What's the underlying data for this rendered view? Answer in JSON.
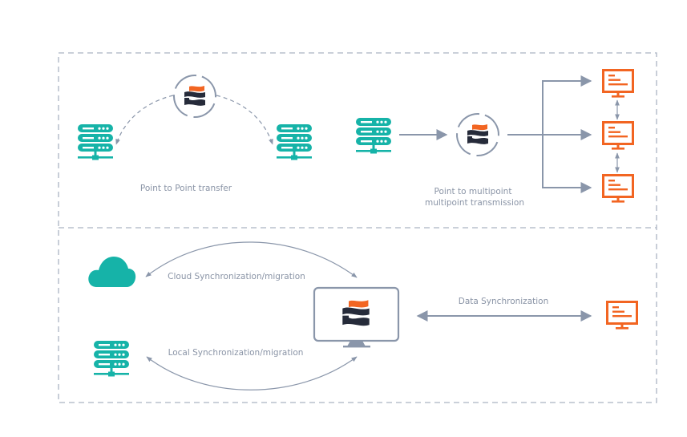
{
  "colors": {
    "teal": "#16b3a8",
    "orange": "#f26522",
    "navy": "#262b3a",
    "gray_line": "#8a96aa",
    "frame": "#aab3c2",
    "label": "#8a94a6"
  },
  "sections": {
    "point_to_point": {
      "label": "Point to Point transfer",
      "nodes": [
        {
          "type": "server-icon",
          "role": "source-server"
        },
        {
          "type": "sync-logo-icon",
          "role": "sync-hub"
        },
        {
          "type": "server-icon",
          "role": "target-server"
        }
      ]
    },
    "point_to_multipoint": {
      "label_line1": "Point to multipoint",
      "label_line2": "multipoint transmission",
      "nodes": [
        {
          "type": "server-icon",
          "role": "source-server"
        },
        {
          "type": "sync-logo-icon",
          "role": "sync-hub"
        },
        {
          "type": "monitor-icon",
          "role": "target-1"
        },
        {
          "type": "monitor-icon",
          "role": "target-2"
        },
        {
          "type": "monitor-icon",
          "role": "target-3"
        }
      ]
    },
    "synchronization": {
      "cloud_label": "Cloud Synchronization/migration",
      "local_label": "Local Synchronization/migration",
      "data_label": "Data Synchronization",
      "nodes": [
        {
          "type": "cloud-icon",
          "role": "cloud"
        },
        {
          "type": "server-icon",
          "role": "local-server"
        },
        {
          "type": "monitor-with-logo-icon",
          "role": "sync-host"
        },
        {
          "type": "monitor-icon",
          "role": "data-target"
        }
      ]
    }
  }
}
